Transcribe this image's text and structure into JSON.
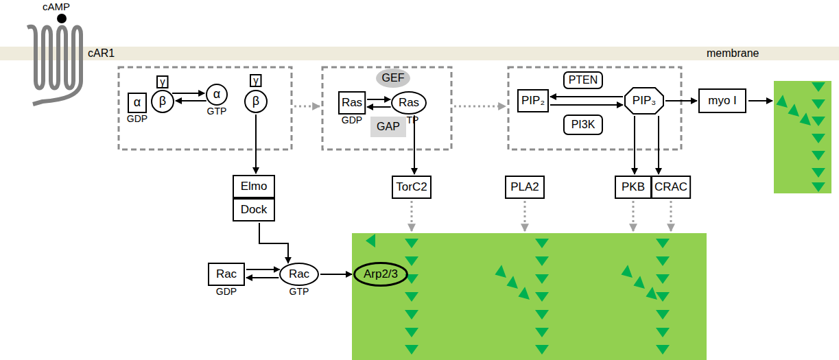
{
  "diagram": {
    "nodes": [
      {
        "text": [
          "α",
          "GDP"
        ]
      },
      {
        "text": [
          "γ"
        ]
      },
      {
        "text": [
          "β"
        ]
      },
      {
        "text": [
          "α",
          "GTP"
        ]
      },
      {
        "text": [
          "γ"
        ]
      },
      {
        "text": [
          "β"
        ]
      },
      {
        "text": [
          "GEF"
        ]
      },
      {
        "text": [
          "Ras",
          "GDP"
        ]
      },
      {
        "text": [
          "Ras",
          "GTP"
        ]
      },
      {
        "text": [
          "GAP"
        ]
      },
      {
        "text": [
          "PIP₂"
        ]
      },
      {
        "text": [
          "PTEN"
        ]
      },
      {
        "text": [
          "PIP₃"
        ]
      },
      {
        "text": [
          "PI3K"
        ]
      },
      {
        "text": [
          "myo I"
        ]
      },
      {
        "text": [
          "Elmo"
        ]
      },
      {
        "text": [
          "Dock"
        ]
      },
      {
        "text": [
          "Rac",
          "GDP"
        ]
      },
      {
        "text": [
          "Rac",
          "GTP"
        ]
      },
      {
        "text": [
          "Arp2/3"
        ]
      },
      {
        "text": [
          "TorC2"
        ]
      },
      {
        "text": [
          "PLA2"
        ]
      },
      {
        "text": [
          "PKB"
        ]
      },
      {
        "text": [
          "CRAC"
        ]
      }
    ],
    "edges": [
      {
        "from": 2,
        "to": 3,
        "arrow": "to"
      },
      {
        "from": 3,
        "to": 2,
        "arrow": "to"
      },
      {
        "from": 5,
        "to": 15,
        "arrow": "to"
      },
      {
        "from": 7,
        "to": 8,
        "arrow": "to"
      },
      {
        "from": 8,
        "to": 7,
        "arrow": "to"
      },
      {
        "from": 8,
        "to": 20,
        "arrow": "to"
      },
      {
        "from": 12,
        "to": 10,
        "arrow": "to"
      },
      {
        "from": 10,
        "to": 12,
        "arrow": "to"
      },
      {
        "from": 12,
        "to": 14,
        "arrow": "to"
      },
      {
        "from": 12,
        "to": 22,
        "arrow": "to"
      },
      {
        "from": 12,
        "to": 23,
        "arrow": "to"
      },
      {
        "from": 16,
        "to": 18,
        "arrow": "to"
      },
      {
        "from": 17,
        "to": 18,
        "arrow": "to"
      },
      {
        "from": 18,
        "to": 17,
        "arrow": "to"
      },
      {
        "from": 18,
        "to": 19,
        "arrow": "to"
      }
    ],
    "labels": [
      "cAMP",
      "cAR1",
      "membrane"
    ]
  }
}
